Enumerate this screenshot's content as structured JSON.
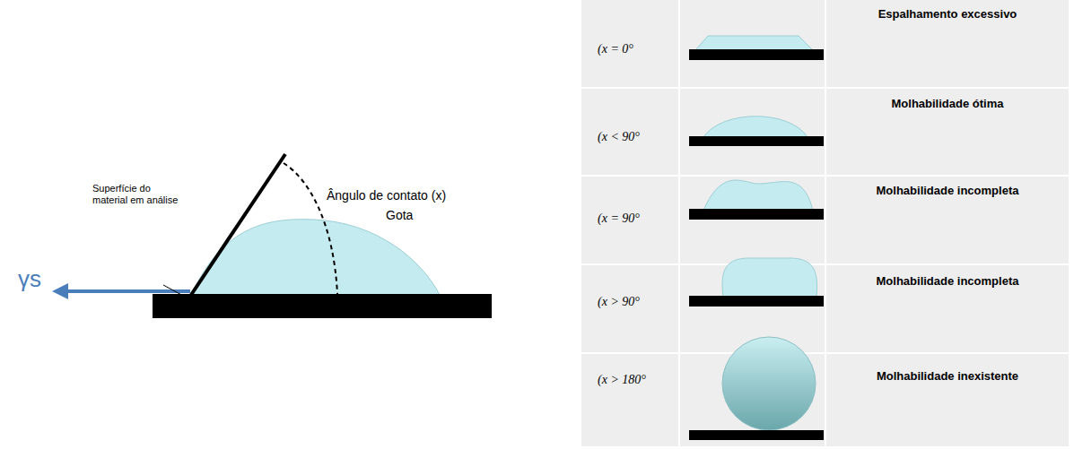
{
  "diagram": {
    "labels": [
      "Superfície do material em análise",
      "Ângulo de contato (x)",
      "Gota",
      "γs",
      "(x = 0°",
      "Espalhamento excessivo",
      "(x < 90°",
      "Molhabilidade ótima",
      "(x = 90°",
      "Molhabilidade incompleta",
      "(x > 90°",
      "Molhabilidade incompleta",
      "(x > 180°",
      "Molhabilidade inexistente"
    ]
  }
}
